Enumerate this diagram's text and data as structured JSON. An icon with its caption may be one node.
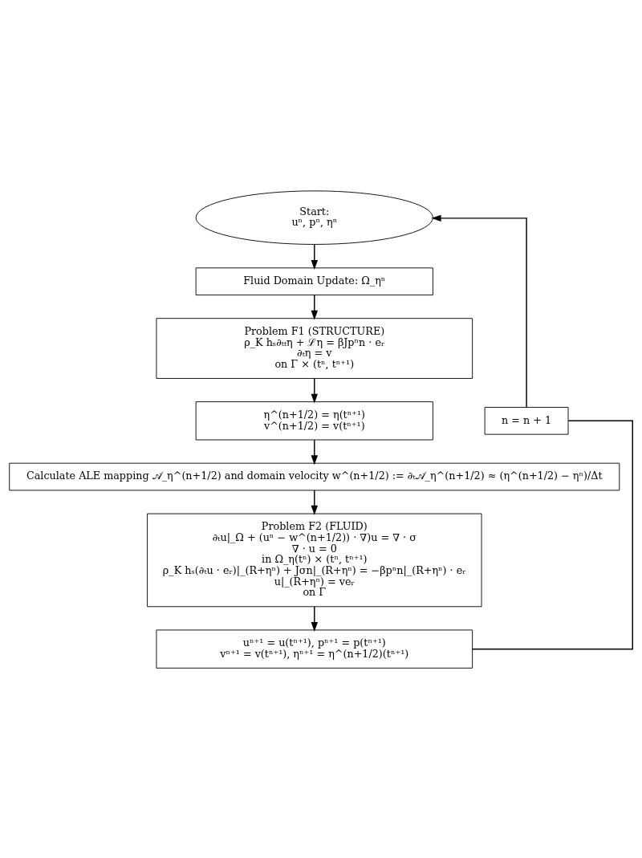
{
  "diagram": {
    "nodes": [
      {
        "text": [
          "Start:",
          "uⁿ, pⁿ, ηⁿ"
        ]
      },
      {
        "text": [
          "Fluid Domain Update: Ω_ηⁿ"
        ]
      },
      {
        "text": [
          "Problem F1 (STRUCTURE)",
          "ρ_K hₛ∂ₜₜη + ℒη = βJpⁿn · eᵣ",
          "∂ₜη = v",
          "on Γ × (tⁿ, tⁿ⁺¹)"
        ]
      },
      {
        "text": [
          "η^(n+1/2) = η(tⁿ⁺¹)",
          "v^(n+1/2) = v(tⁿ⁺¹)"
        ]
      },
      {
        "text": [
          "Calculate ALE mapping 𝒜_η^(n+1/2) and domain velocity w^(n+1/2) := ∂ₜ𝒜_η^(n+1/2) ≈ (η^(n+1/2) − ηⁿ)/Δt"
        ]
      },
      {
        "text": [
          "Problem F2 (FLUID)",
          "∂ₜu|_Ω + (uⁿ − w^(n+1/2)) · ∇)u = ∇ · σ",
          "∇ · u = 0",
          "in Ω_η(tⁿ) × (tⁿ, tⁿ⁺¹)",
          "ρ_K hₛ(∂ₜu · eᵣ)|_(R+ηⁿ) + Jσn|_(R+ηⁿ) = −βpⁿn|_(R+ηⁿ) · eᵣ",
          "u|_(R+ηⁿ) = veᵣ",
          "on Γ"
        ]
      },
      {
        "text": [
          "uⁿ⁺¹ = u(tⁿ⁺¹), pⁿ⁺¹ = p(tⁿ⁺¹)",
          "vⁿ⁺¹ = v(tⁿ⁺¹), ηⁿ⁺¹ = η^(n+1/2)(tⁿ⁺¹)"
        ]
      },
      {
        "text": [
          "n = n + 1"
        ]
      }
    ],
    "edges": [
      {
        "from": 0,
        "to": 1,
        "arrow": "to"
      },
      {
        "from": 1,
        "to": 2,
        "arrow": "to"
      },
      {
        "from": 2,
        "to": 3,
        "arrow": "to"
      },
      {
        "from": 3,
        "to": 4,
        "arrow": "to"
      },
      {
        "from": 4,
        "to": 5,
        "arrow": "to"
      },
      {
        "from": 5,
        "to": 6,
        "arrow": "to"
      },
      {
        "from": 6,
        "to": 7,
        "arrow": "none"
      },
      {
        "from": 7,
        "to": 0,
        "arrow": "to"
      }
    ]
  }
}
